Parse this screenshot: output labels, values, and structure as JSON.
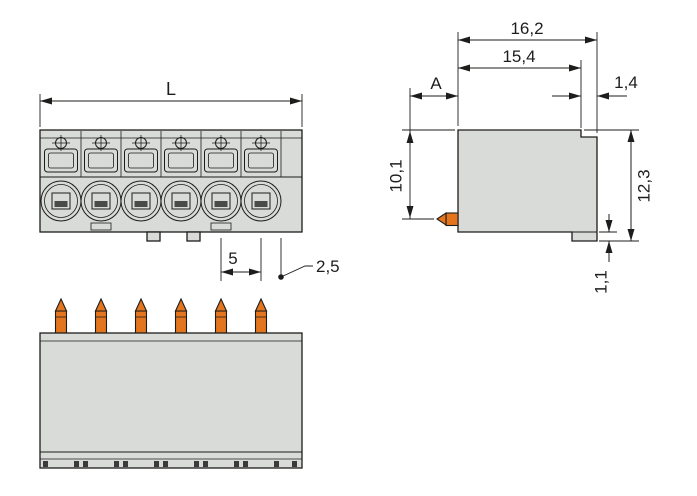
{
  "drawing": {
    "front_view": {
      "dim_L": "L",
      "dim_pitch": "5",
      "dim_edge": "2,5"
    },
    "side_view": {
      "dim_total_width": "16,2",
      "dim_body_width": "15,4",
      "dim_step": "1,4",
      "dim_a": "A",
      "dim_pin_axis": "10,1",
      "dim_height": "12,3",
      "dim_flange": "1,1"
    }
  },
  "colors": {
    "background": "#ffffff",
    "body": "#d8dbd8",
    "pin": "#e2751d",
    "line": "#1d1d1b",
    "slot": "#4a4a4a",
    "tick": "#3a3a3a"
  }
}
